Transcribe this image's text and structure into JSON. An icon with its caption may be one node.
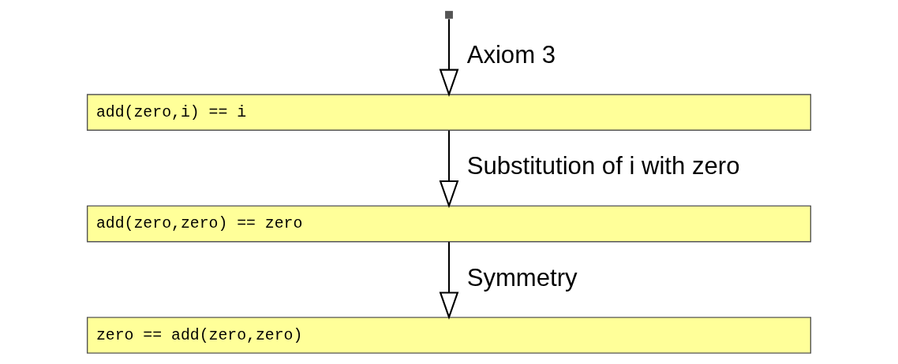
{
  "diagram": {
    "nodes": [
      {
        "text": [
          "add(zero,i) == i"
        ]
      },
      {
        "text": [
          "add(zero,zero) == zero"
        ]
      },
      {
        "text": [
          "zero == add(zero,zero)"
        ]
      }
    ],
    "edges": [
      {
        "from": null,
        "to": 0,
        "arrow": "to",
        "label": "Axiom 3"
      },
      {
        "from": 0,
        "to": 1,
        "arrow": "to",
        "label": "Substitution of i with zero"
      },
      {
        "from": 1,
        "to": 2,
        "arrow": "to",
        "label": "Symmetry"
      }
    ]
  }
}
